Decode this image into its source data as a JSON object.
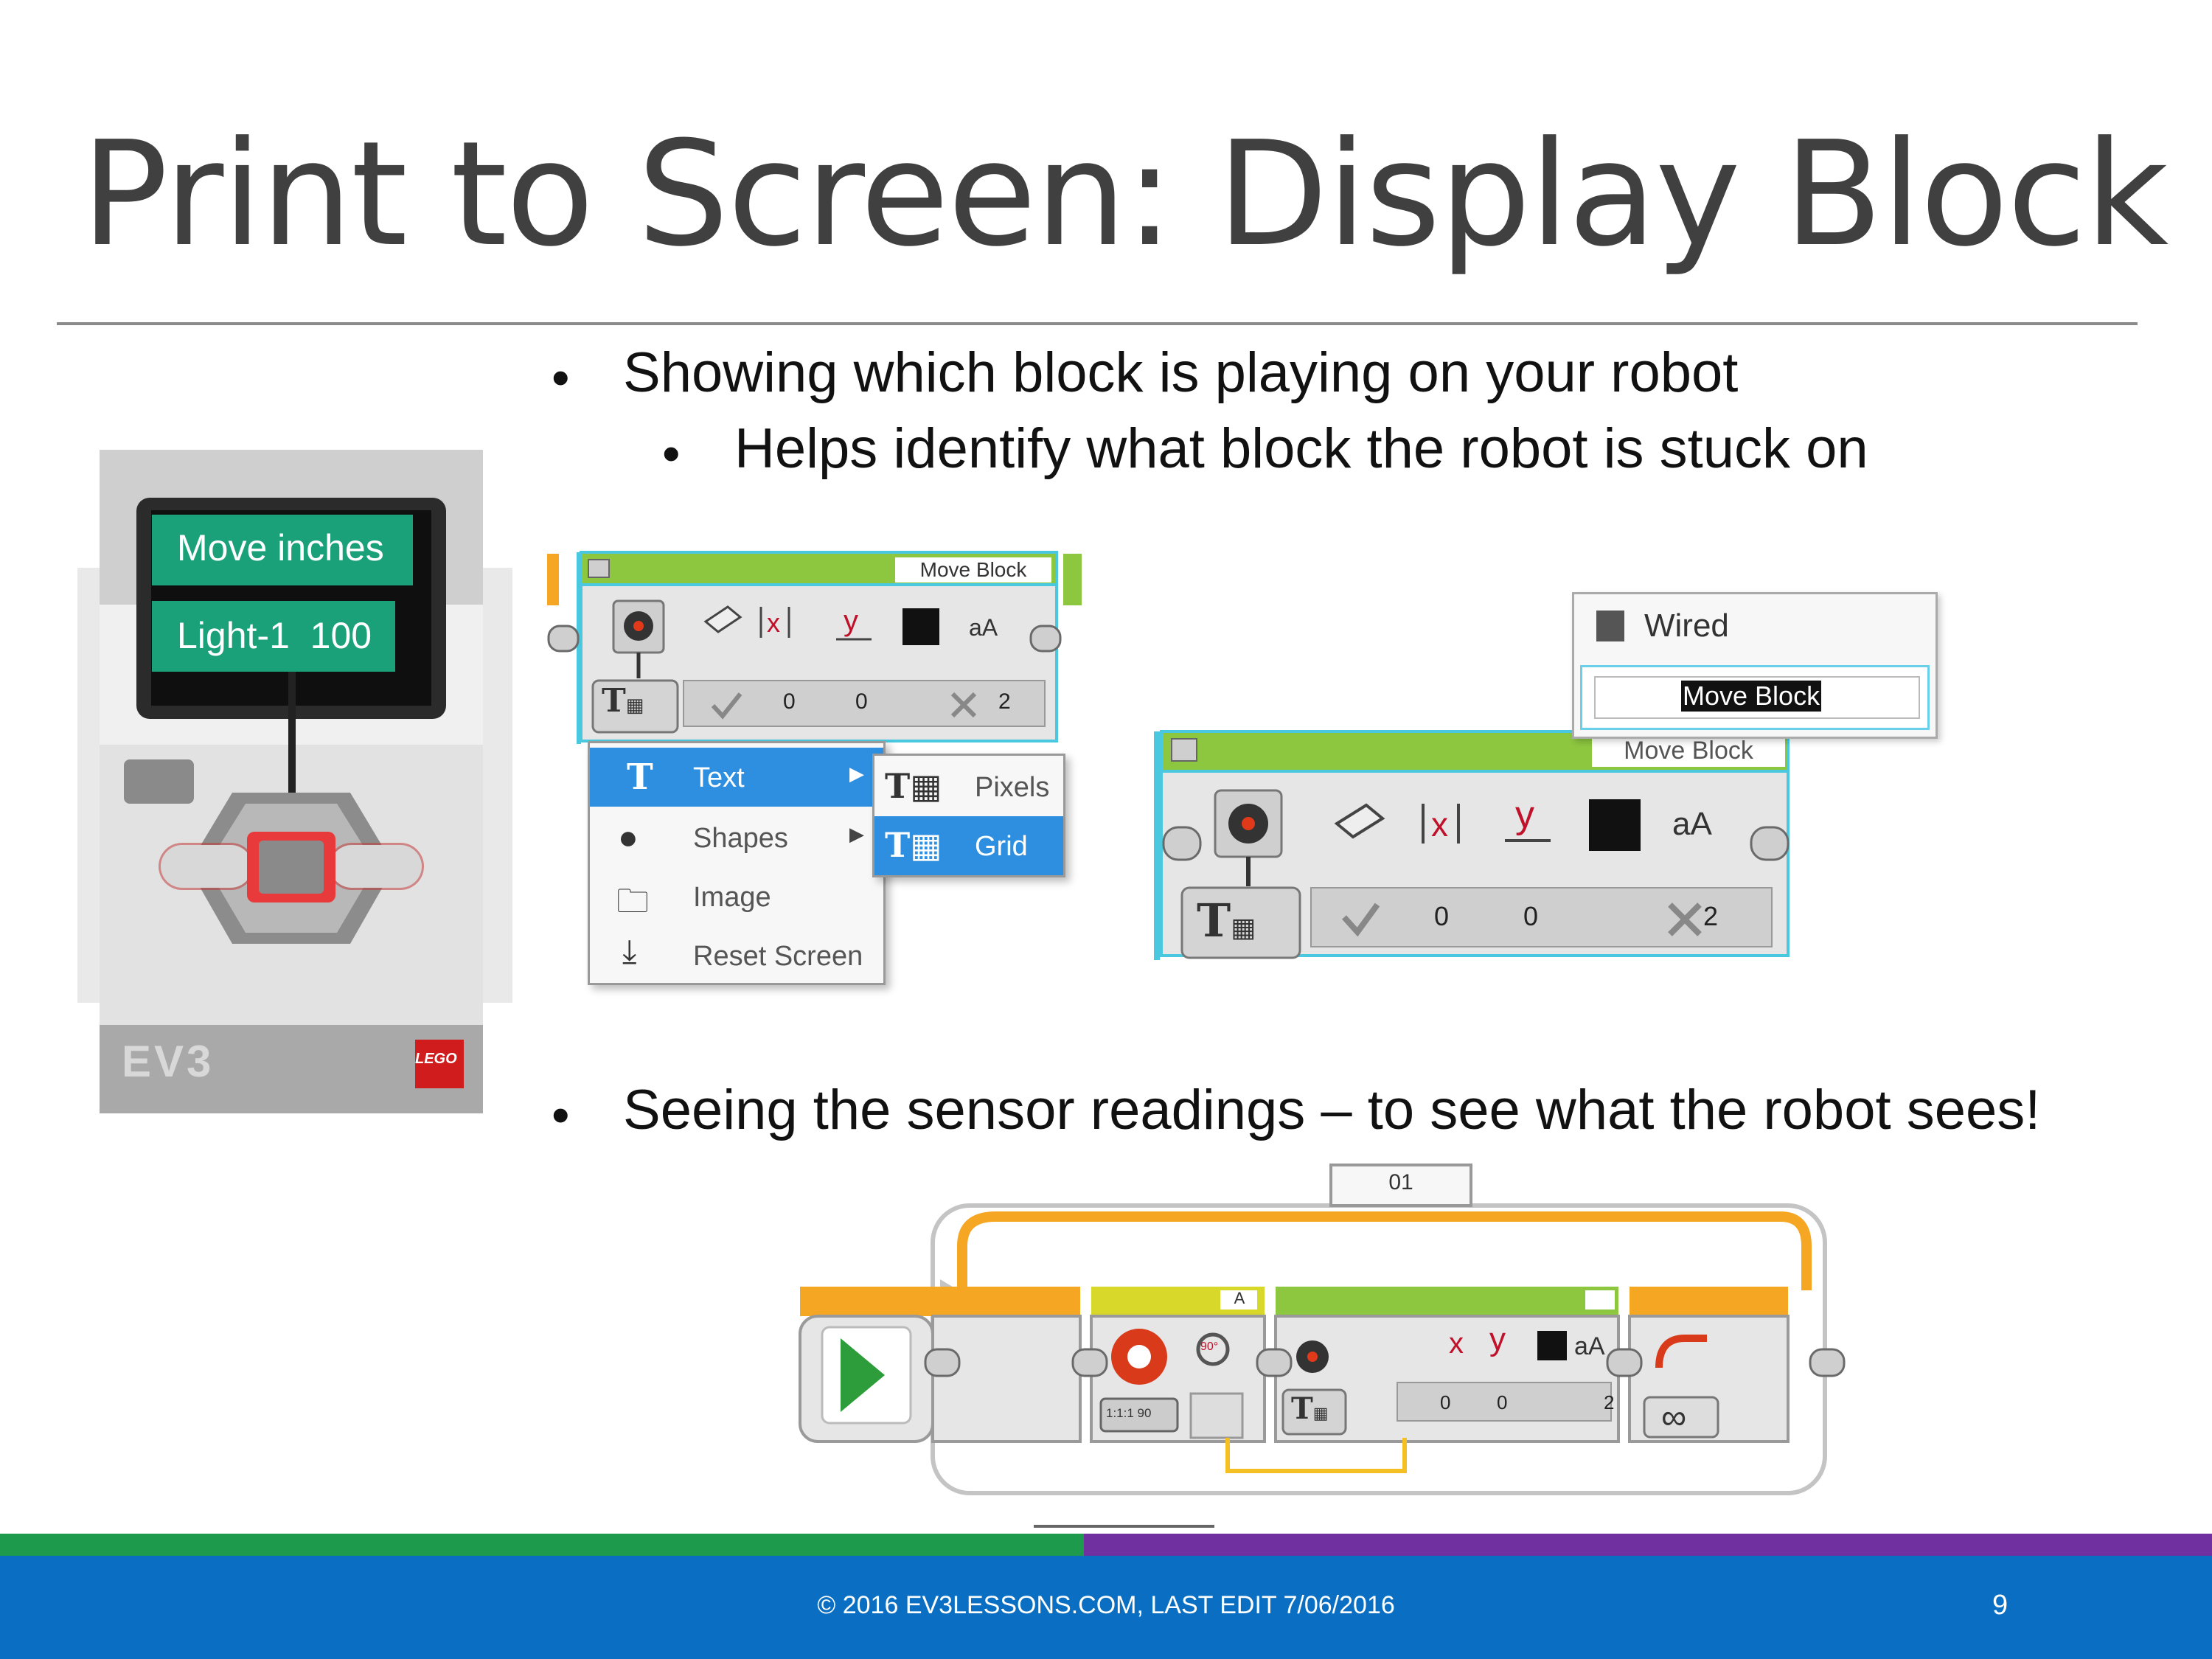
{
  "slide": {
    "title": "Print to Screen: Display Block",
    "bullets": [
      {
        "text": "Showing which block is playing on your robot",
        "level": 1
      },
      {
        "text": "Helps identify what block the robot is stuck on",
        "level": 2
      },
      {
        "text": "Seeing the sensor readings – to see what the robot sees!",
        "level": 1
      }
    ],
    "footer": "© 2016 EV3LESSONS.COM, LAST EDIT 7/06/2016",
    "page_number": "9"
  },
  "brick": {
    "screen_lines": [
      "Move inches",
      "Light-1  100"
    ],
    "label": "EV3",
    "logo_text": "LEGO",
    "screen_color": "#1aa17a"
  },
  "display_block_1": {
    "name": "Move Block",
    "params": [
      "0",
      "0",
      "2"
    ],
    "menu": [
      {
        "label": "Text",
        "icon": "text-icon",
        "selected": true
      },
      {
        "label": "Shapes",
        "icon": "shapes-icon"
      },
      {
        "label": "Image",
        "icon": "folder-icon"
      },
      {
        "label": "Reset Screen",
        "icon": "download-icon"
      }
    ],
    "submenu": [
      {
        "label": "Pixels",
        "icon": "text-pixels-icon"
      },
      {
        "label": "Grid",
        "icon": "text-grid-icon",
        "selected": true
      }
    ]
  },
  "display_block_2": {
    "name": "Move Block",
    "params": [
      "0",
      "0",
      "2"
    ],
    "dropdown": {
      "option": "Wired",
      "value": "Move Block"
    }
  },
  "program": {
    "loop_label": "01",
    "motor_port": "A",
    "motor_mode": "90°",
    "motor_ratio": "1:1:1 90",
    "display_params": [
      "0",
      "0",
      "2"
    ]
  },
  "colors": {
    "accent_blue": "#0a6fc2",
    "green": "#1e9a4c",
    "purple": "#7030a0",
    "block_green": "#8dc63f",
    "loop_orange": "#f5a623",
    "block_cyan": "#4ac8e0"
  }
}
